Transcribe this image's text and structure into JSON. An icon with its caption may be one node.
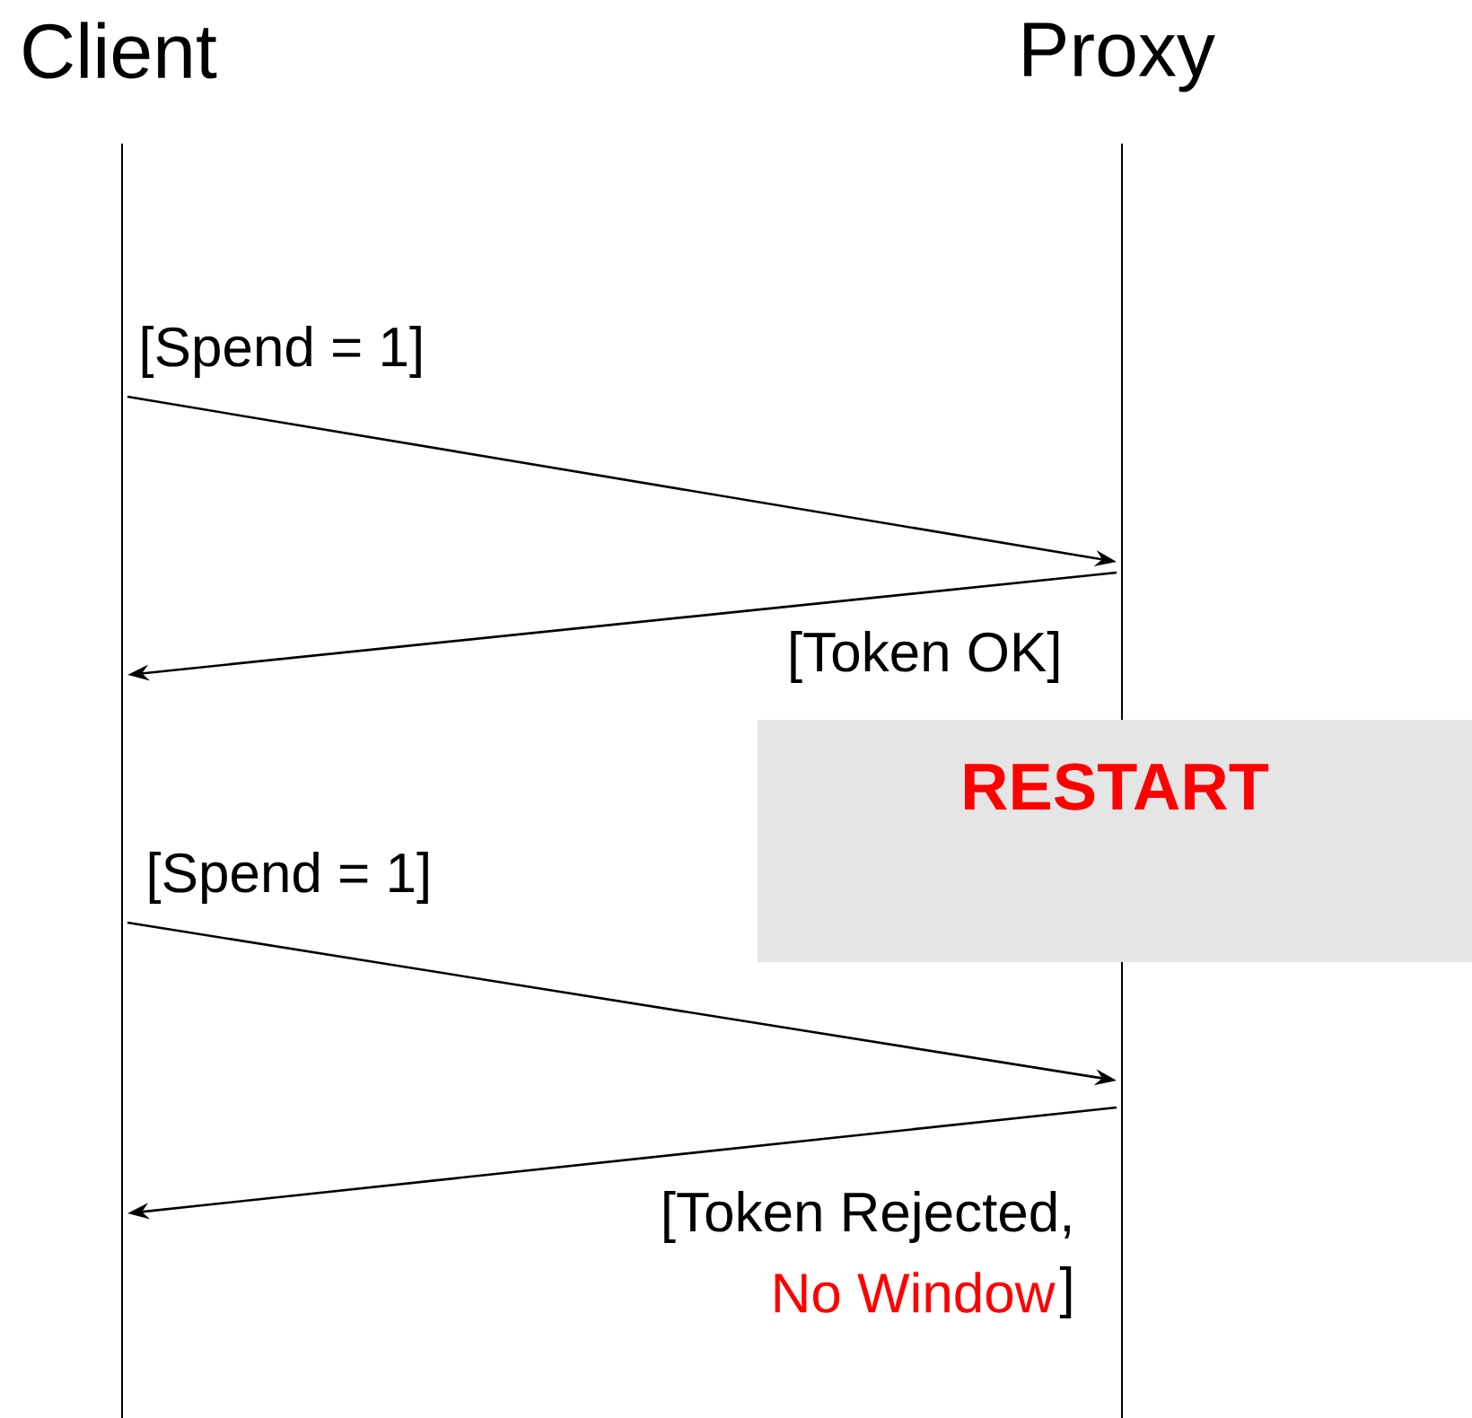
{
  "diagram": {
    "nodes": [
      {
        "text": [
          "Client"
        ]
      },
      {
        "text": [
          "Proxy"
        ]
      },
      {
        "text": [
          "RESTART"
        ]
      }
    ],
    "edges": [
      {
        "from": 0,
        "to": 1,
        "arrow": "to",
        "label": "[Spend = 1]"
      },
      {
        "from": 1,
        "to": 0,
        "arrow": "to",
        "label": "[Token OK]"
      },
      {
        "from": 0,
        "to": 1,
        "arrow": "to",
        "label": "[Spend = 1]"
      },
      {
        "from": 1,
        "to": 0,
        "arrow": "to",
        "label": "[Token Rejected,"
      }
    ],
    "labels": [
      "No Window",
      "]"
    ]
  }
}
